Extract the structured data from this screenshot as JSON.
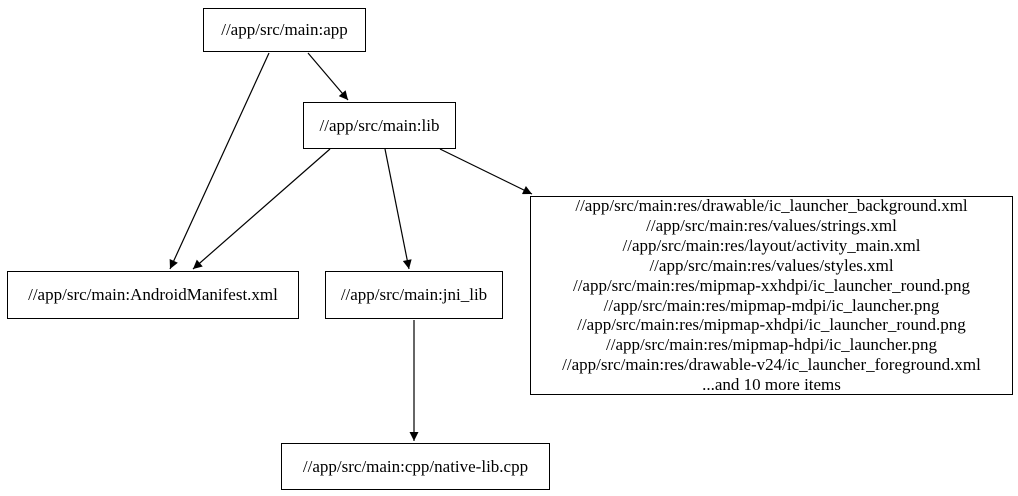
{
  "diagram": {
    "type": "dependency-graph",
    "nodes": {
      "app": {
        "label": "//app/src/main:app"
      },
      "lib": {
        "label": "//app/src/main:lib"
      },
      "android_manifest": {
        "label": "//app/src/main:AndroidManifest.xml"
      },
      "jni_lib": {
        "label": "//app/src/main:jni_lib"
      },
      "resources": {
        "lines": [
          "//app/src/main:res/drawable/ic_launcher_background.xml",
          "//app/src/main:res/values/strings.xml",
          "//app/src/main:res/layout/activity_main.xml",
          "//app/src/main:res/values/styles.xml",
          "//app/src/main:res/mipmap-xxhdpi/ic_launcher_round.png",
          "//app/src/main:res/mipmap-mdpi/ic_launcher.png",
          "//app/src/main:res/mipmap-xhdpi/ic_launcher_round.png",
          "//app/src/main:res/mipmap-hdpi/ic_launcher.png",
          "//app/src/main:res/drawable-v24/ic_launcher_foreground.xml",
          "...and 10 more items"
        ]
      },
      "native_lib_cpp": {
        "label": "//app/src/main:cpp/native-lib.cpp"
      }
    },
    "edges": [
      {
        "from": "//app/src/main:app",
        "to": "//app/src/main:lib"
      },
      {
        "from": "//app/src/main:app",
        "to": "//app/src/main:AndroidManifest.xml"
      },
      {
        "from": "//app/src/main:lib",
        "to": "//app/src/main:AndroidManifest.xml"
      },
      {
        "from": "//app/src/main:lib",
        "to": "//app/src/main:jni_lib"
      },
      {
        "from": "//app/src/main:lib",
        "to": "resources-file-group"
      },
      {
        "from": "//app/src/main:jni_lib",
        "to": "//app/src/main:cpp/native-lib.cpp"
      }
    ],
    "colors": {
      "background": "#ffffff",
      "node_fill": "#ffffff",
      "node_border": "#000000",
      "text": "#000000",
      "edge": "#000000"
    }
  }
}
